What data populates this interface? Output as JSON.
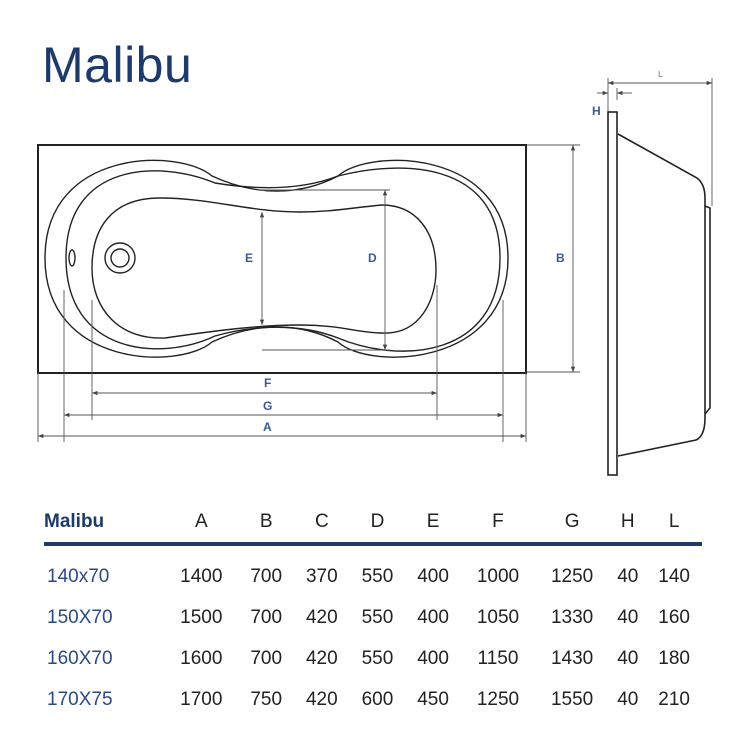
{
  "title": "Malibu",
  "drawing": {
    "labels": {
      "A": "A",
      "B": "B",
      "D": "D",
      "E": "E",
      "F": "F",
      "G": "G",
      "H": "H",
      "L": "L"
    },
    "line_color": "#222222",
    "label_color": "#3a5a96"
  },
  "table": {
    "headers": [
      "Malibu",
      "A",
      "B",
      "C",
      "D",
      "E",
      "F",
      "G",
      "H",
      "L"
    ],
    "rows": [
      [
        "140x70",
        "1400",
        "700",
        "370",
        "550",
        "400",
        "1000",
        "1250",
        "40",
        "140"
      ],
      [
        "150X70",
        "1500",
        "700",
        "420",
        "550",
        "400",
        "1050",
        "1330",
        "40",
        "160"
      ],
      [
        "160X70",
        "1600",
        "700",
        "420",
        "550",
        "400",
        "1150",
        "1430",
        "40",
        "180"
      ],
      [
        "170X75",
        "1700",
        "750",
        "420",
        "600",
        "450",
        "1250",
        "1550",
        "40",
        "210"
      ]
    ]
  },
  "colors": {
    "accent": "#1d3a6b"
  }
}
